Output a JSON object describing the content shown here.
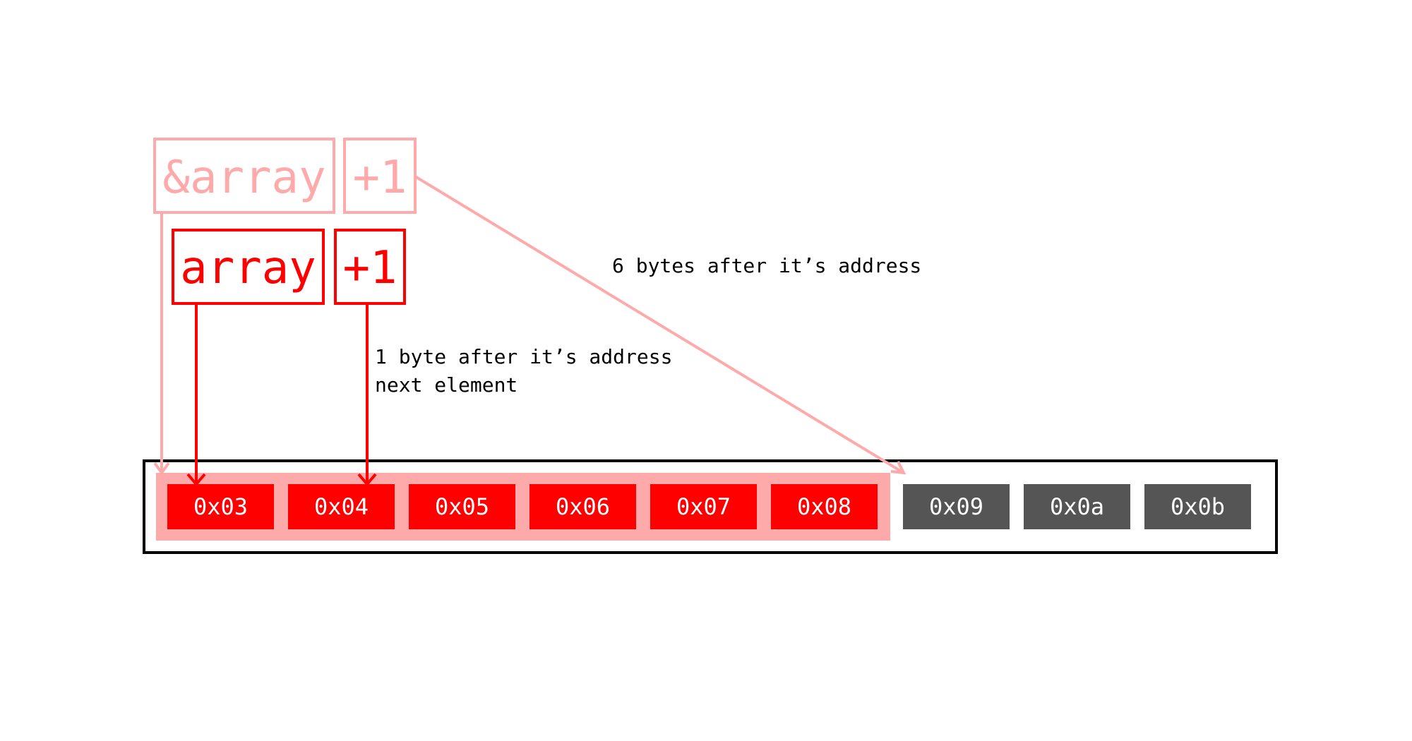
{
  "expressions": {
    "address_of_array": {
      "name": "&array",
      "offset": "+1",
      "color": "#ffaaaa"
    },
    "array": {
      "name": "array",
      "offset": "+1",
      "color": "#ff0000"
    }
  },
  "annotations": {
    "array_plus_one": {
      "line1": "1 byte after it’s address",
      "line2": "next element"
    },
    "address_plus_one": "6 bytes after it’s address"
  },
  "memory": {
    "array_cells": [
      "0x03",
      "0x04",
      "0x05",
      "0x06",
      "0x07",
      "0x08"
    ],
    "other_cells": [
      "0x09",
      "0x0a",
      "0x0b"
    ],
    "array_cell_color": "#ff0000",
    "array_highlight_color": "#ffaaaa",
    "other_cell_color": "#555555",
    "border_color": "#000000"
  }
}
